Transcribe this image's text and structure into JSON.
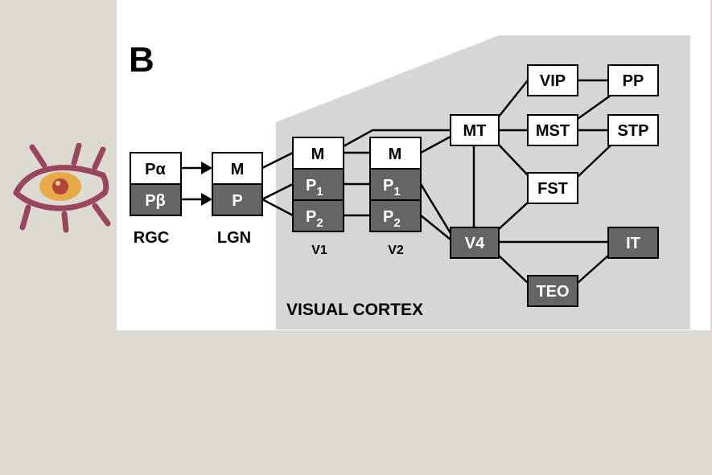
{
  "panel_letter": "B",
  "region_label": "VISUAL CORTEX",
  "column_labels": {
    "rgc": "RGC",
    "lgn": "LGN",
    "v1": "V1",
    "v2": "V2"
  },
  "nodes": {
    "rgc_alpha": "Pα",
    "rgc_beta": "Pβ",
    "lgn_m": "M",
    "lgn_p": "P",
    "v1_m": "M",
    "v1_p1": "P",
    "v1_p2": "P",
    "v2_m": "M",
    "v2_p1": "P",
    "v2_p2": "P",
    "mt": "MT",
    "vip": "VIP",
    "pp": "PP",
    "mst": "MST",
    "stp": "STP",
    "fst": "FST",
    "v4": "V4",
    "it": "IT",
    "teo": "TEO"
  },
  "subscripts": {
    "p1": "1",
    "p2": "2"
  },
  "colors": {
    "cortex_bg": "#d6d6d6",
    "dark_node": "#656565",
    "light_node": "#ffffff",
    "page_bg": "#dcdad1"
  },
  "logo": {
    "icon": "eye-icon"
  }
}
